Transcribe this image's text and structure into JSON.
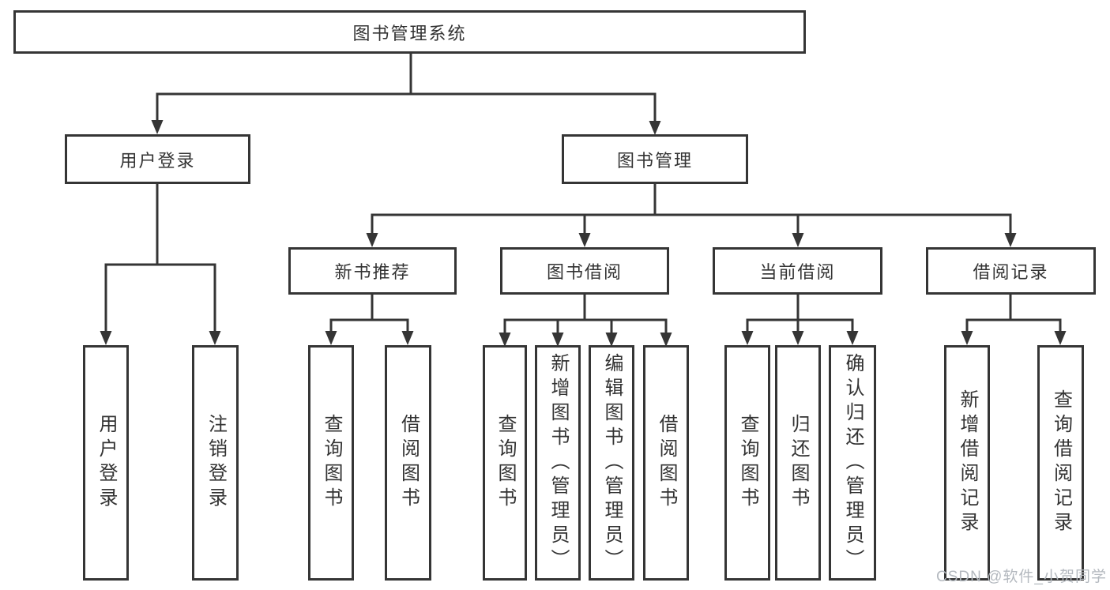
{
  "diagram_title": "图书管理系统",
  "tree": {
    "root": {
      "label": "图书管理系统",
      "children": [
        {
          "label": "用户登录",
          "children": [
            {
              "label": "用户登录"
            },
            {
              "label": "注销登录"
            }
          ]
        },
        {
          "label": "图书管理",
          "children": [
            {
              "label": "新书推荐",
              "children": [
                {
                  "label": "查询图书"
                },
                {
                  "label": "借阅图书"
                }
              ]
            },
            {
              "label": "图书借阅",
              "children": [
                {
                  "label": "查询图书"
                },
                {
                  "label": "新增图书（管理员）"
                },
                {
                  "label": "编辑图书（管理员）"
                },
                {
                  "label": "借阅图书"
                }
              ]
            },
            {
              "label": "当前借阅",
              "children": [
                {
                  "label": "查询图书"
                },
                {
                  "label": "归还图书"
                },
                {
                  "label": "确认归还（管理员）"
                }
              ]
            },
            {
              "label": "借阅记录",
              "children": [
                {
                  "label": "新增借阅记录"
                },
                {
                  "label": "查询借阅记录"
                }
              ]
            }
          ]
        }
      ]
    }
  },
  "watermark": "CSDN @软件_小贺同学",
  "colors": {
    "line": "#353535",
    "text": "#333333",
    "watermark_gray": "#b4b9bf",
    "background": "#ffffff"
  }
}
